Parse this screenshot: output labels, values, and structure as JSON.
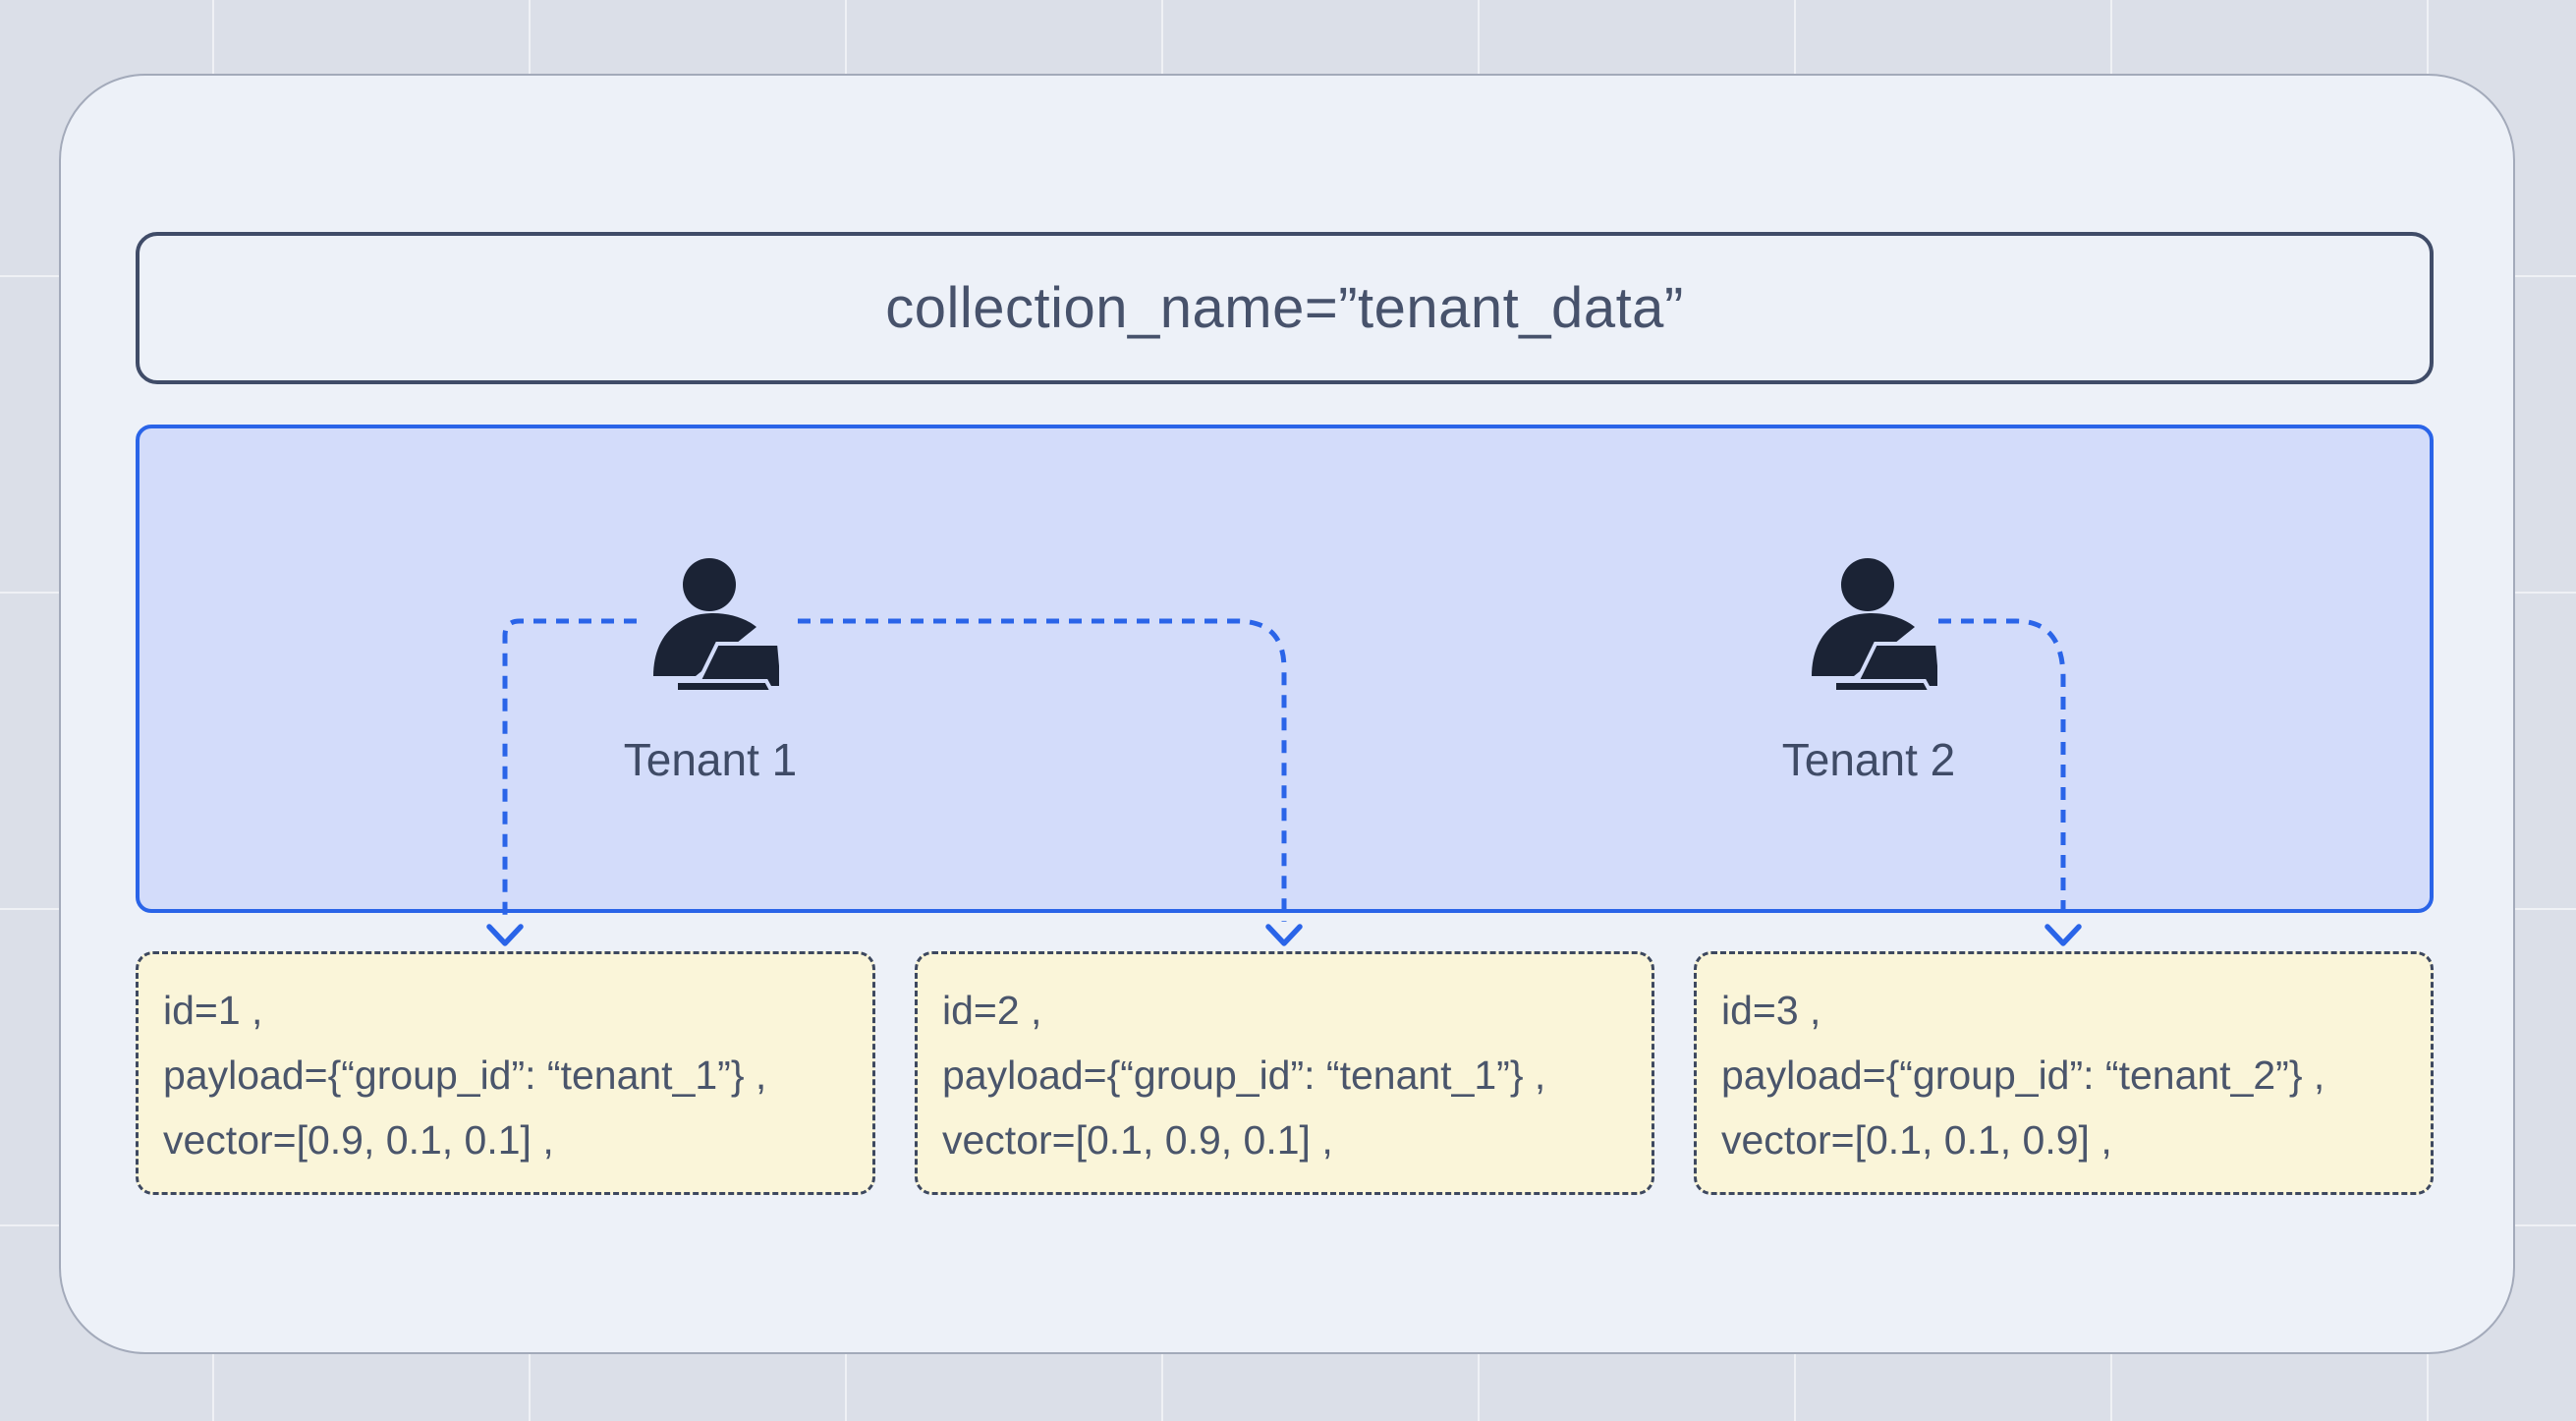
{
  "diagram": {
    "collection_label": "collection_name=”tenant_data”",
    "tenants": [
      {
        "label": "Tenant 1"
      },
      {
        "label": "Tenant 2"
      }
    ],
    "points": [
      {
        "id_line": "id=1 ,",
        "payload_line": "payload={“group_id”: “tenant_1”} ,",
        "vector_line": "vector=[0.9, 0.1, 0.1] ,"
      },
      {
        "id_line": "id=2 ,",
        "payload_line": "payload={“group_id”: “tenant_1”} ,",
        "vector_line": "vector=[0.1, 0.9, 0.1] ,"
      },
      {
        "id_line": "id=3 ,",
        "payload_line": "payload={“group_id”: “tenant_2”} ,",
        "vector_line": "vector=[0.1, 0.1, 0.9] ,"
      }
    ]
  },
  "colors": {
    "page_bg": "#dbdfe8",
    "grid_line": "#ffffff8c",
    "card_bg": "#edf1f8",
    "card_border": "#a3aaba",
    "outline_dark": "#404c68",
    "title_text": "#47526b",
    "tenant_text": "#3f4b66",
    "panel_bg": "#d3dcfa",
    "accent_blue": "#2a64e8",
    "point_bg": "#faf5d9",
    "point_border": "#3d485f",
    "point_text": "#4a556b",
    "icon_dark": "#1b2335"
  }
}
